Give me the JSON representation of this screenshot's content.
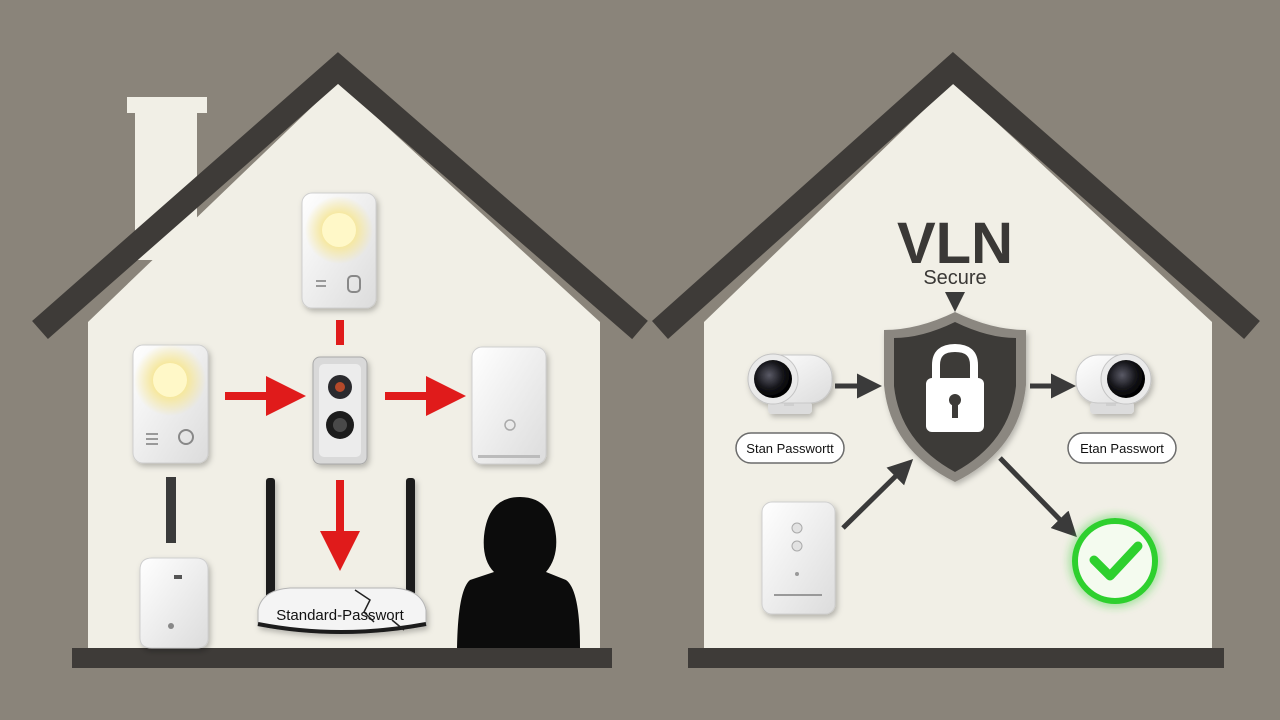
{
  "colors": {
    "background": "#8a847a",
    "house_wall": "#f1efe6",
    "roof": "#3e3b38",
    "ground": "#3e3b38",
    "attack_arrow": "#e01b1b",
    "flow_arrow": "#3a3a3a",
    "shield": "#3c3a37",
    "shield_rim": "#8b8780",
    "check": "#2fd02f",
    "intruder": "#0c0c0c"
  },
  "left_house": {
    "devices": [
      {
        "id": "smart-light-top",
        "icon": "smart-light-icon"
      },
      {
        "id": "smart-light-left",
        "icon": "smart-light-icon"
      },
      {
        "id": "doorbell-camera",
        "icon": "video-doorbell-icon"
      },
      {
        "id": "smart-hub",
        "icon": "smart-hub-icon"
      },
      {
        "id": "smart-speaker",
        "icon": "smart-speaker-icon"
      }
    ],
    "router_label": "Standard-Passwort",
    "intruder_icon": "hooded-intruder-icon",
    "router_icon": "wifi-router-icon"
  },
  "right_house": {
    "title": "VLN",
    "subtitle": "Secure",
    "shield_icon": "padlock-shield-icon",
    "left_camera_label": "Stan Passwortt",
    "right_camera_label": "Etan Passwort",
    "check_icon": "check-circle-icon",
    "hub_icon": "smart-hub-icon"
  }
}
